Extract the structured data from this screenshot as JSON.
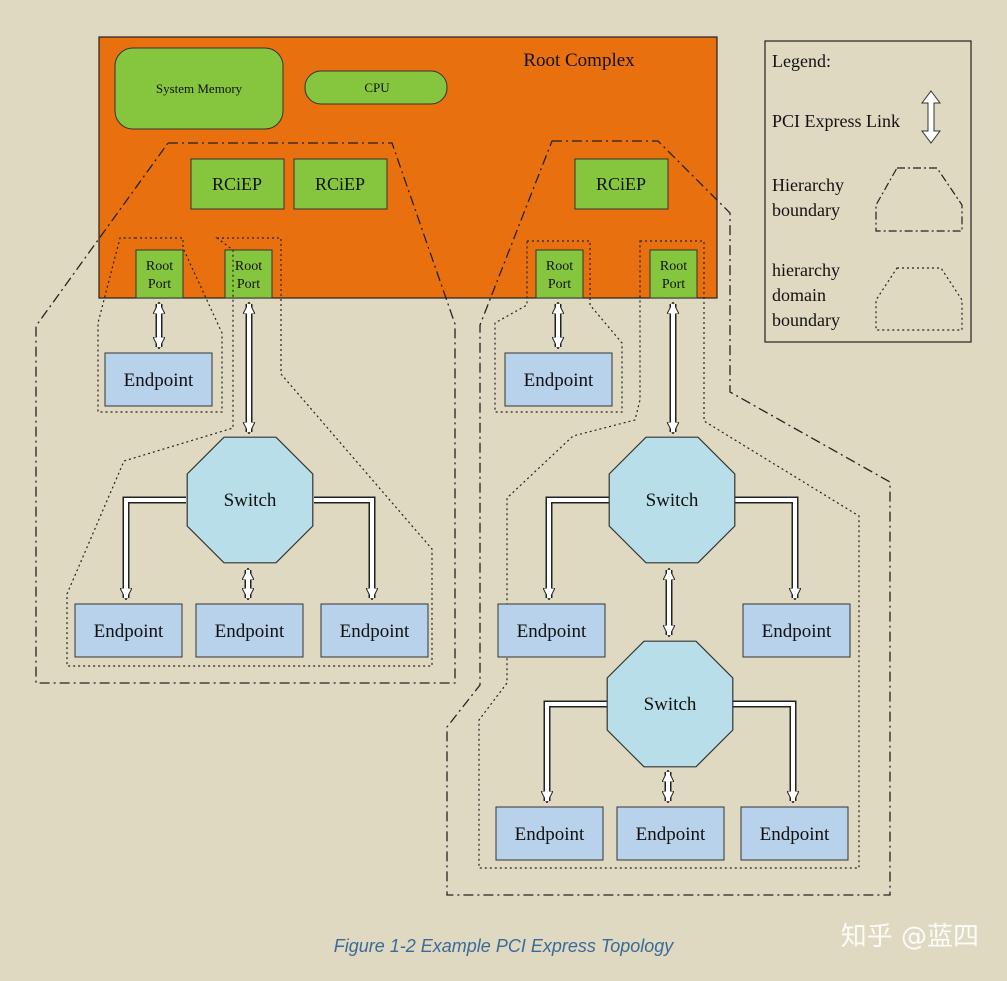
{
  "root_complex": {
    "title": "Root Complex",
    "system_memory": "System Memory",
    "cpu": "CPU",
    "rciep_labels": [
      "RCiEP",
      "RCiEP",
      "RCiEP"
    ],
    "root_port_label": "Root\nPort"
  },
  "legend": {
    "title": "Legend:",
    "link_label": "PCI Express Link",
    "hierarchy_label": "Hierarchy\nboundary",
    "domain_label": "hierarchy\ndomain\nboundary"
  },
  "endpoint_label": "Endpoint",
  "switch_label": "Switch",
  "caption": "Figure 1-2 Example PCI Express Topology",
  "watermark": "知乎 @蓝四",
  "colors": {
    "background": "#e0d9c1",
    "root_complex": "#e8700e",
    "green_box": "#86c63f",
    "endpoint": "#b9d2eb",
    "switch": "#b8dfe9"
  }
}
